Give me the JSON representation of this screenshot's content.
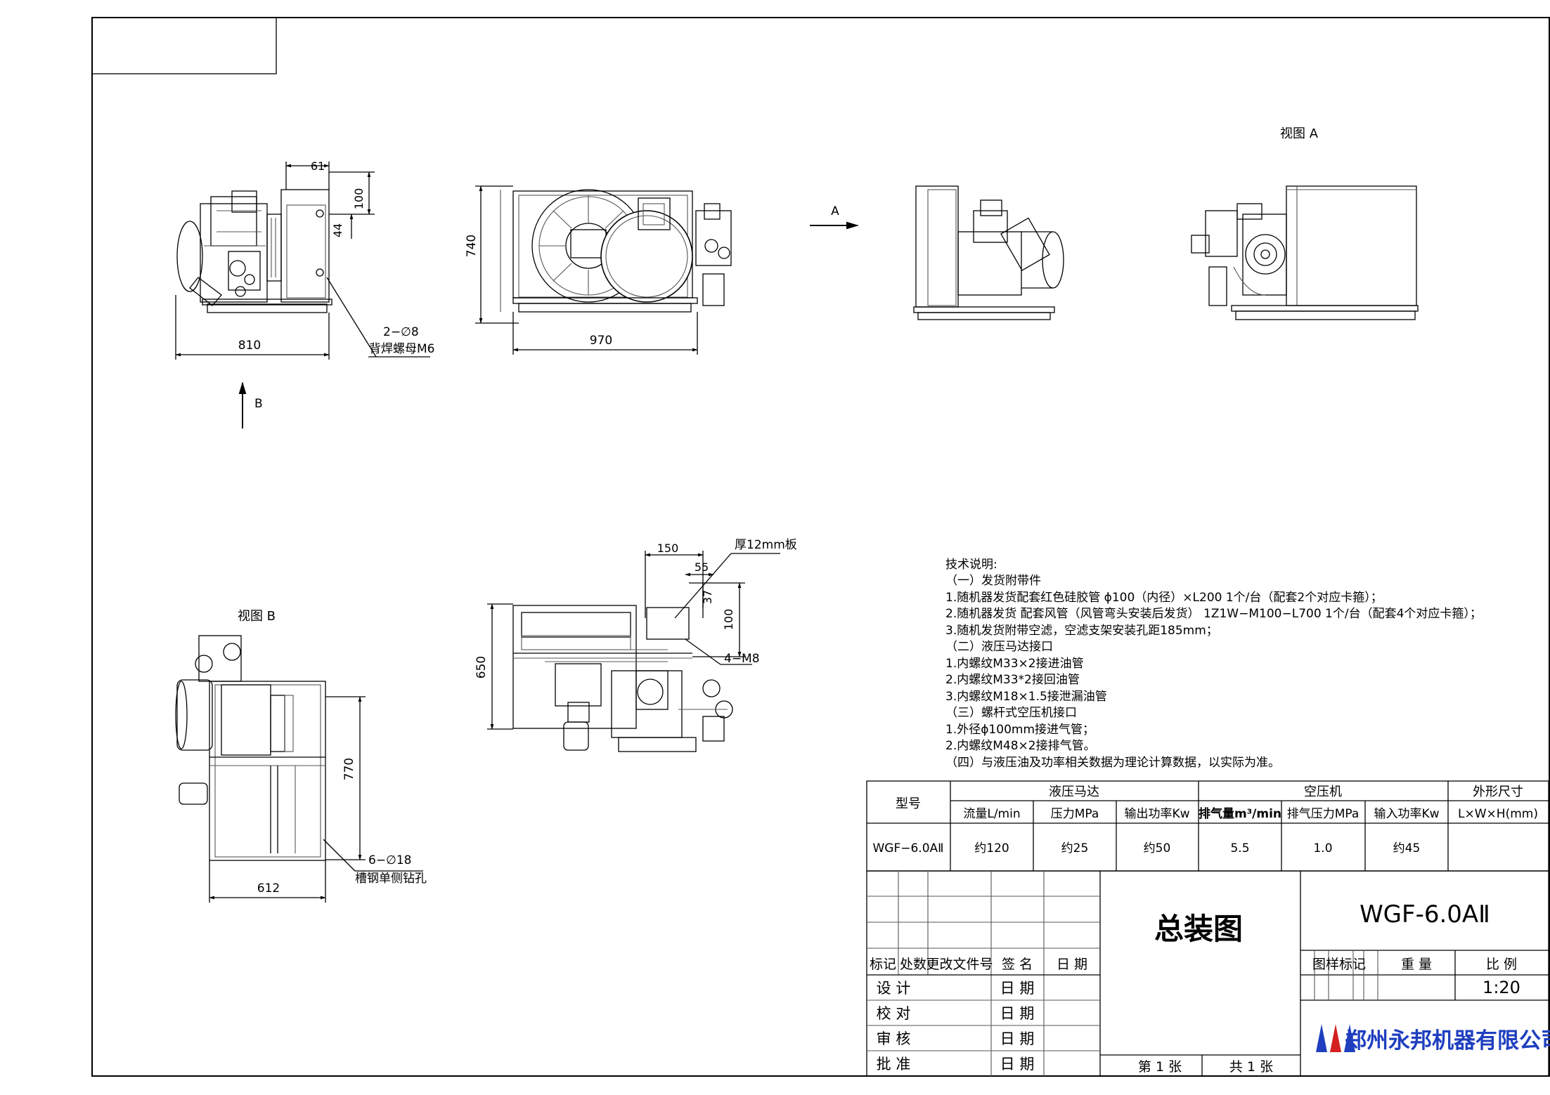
{
  "views": {
    "view_a_title": "视图 A",
    "view_b_title": "视图 B",
    "arrow_a": "A",
    "arrow_b": "B"
  },
  "dimensions": {
    "side_61": "61",
    "side_100": "100",
    "side_44": "44",
    "side_810": "810",
    "side_note_1": "2−∅8",
    "side_note_2": "背焊螺母M6",
    "front_740": "740",
    "front_970": "970",
    "bottom_150": "150",
    "bottom_55": "55",
    "bottom_37": "37",
    "bottom_100": "100",
    "bottom_650": "650",
    "bottom_plate": "厚12mm板",
    "bottom_m8": "4−M8",
    "viewb_770": "770",
    "viewb_612": "612",
    "viewb_note_1": "6−∅18",
    "viewb_note_2": "槽钢单侧钻孔"
  },
  "tech_notes": [
    "技术说明:",
    "（一）发货附带件",
    "1.随机器发货配套红色硅胶管    ϕ100（内径）×L200   1个/台（配套2个对应卡箍）；",
    "2.随机器发货  配套风管（风管弯头安装后发货） 1Z1W−M100−L700   1个/台（配套4个对应卡箍）；",
    "3.随机发货附带空滤，空滤支架安装孔距185mm；",
    "（二）液压马达接口",
    "1.内螺纹M33×2接进油管",
    "2.内螺纹M33*2接回油管",
    "3.内螺纹M18×1.5接泄漏油管",
    "（三）螺杆式空压机接口",
    "1.外径ϕ100mm接进气管；",
    "2.内螺纹M48×2接排气管。",
    "（四）与液压油及功率相关数据为理论计算数据，以实际为准。"
  ],
  "spec_table": {
    "model_header": "型号",
    "motor_group": "液压马达",
    "compressor_group": "空压机",
    "dims_group": "外形尺寸",
    "sub_headers": [
      "流量L/min",
      "压力MPa",
      "输出功率Kw",
      "排气量m³/min",
      "排气压力MPa",
      "输入功率Kw",
      "L×W×H(mm)"
    ],
    "row": {
      "model": "WGF−6.0AⅡ",
      "flow": "约120",
      "pressure": "约25",
      "output_power": "约50",
      "displacement": "5.5",
      "exhaust_pressure": "1.0",
      "input_power": "约45",
      "dims": ""
    }
  },
  "title_block": {
    "drawing_title": "总装图",
    "drawing_number": "WGF-6.0AⅡ",
    "rev_headers": [
      "标记",
      "处数",
      "更改文件号",
      "签  名",
      "日  期"
    ],
    "roles": [
      "设  计",
      "校  对",
      "审  核",
      "批  准"
    ],
    "date_label": "日  期",
    "sample_mark": "图样标记",
    "weight": "重  量",
    "scale_label": "比  例",
    "scale_value": "1:20",
    "sheet_no": "第  1  张",
    "sheet_total": "共  1  张",
    "company": "郑州永邦机器有限公司"
  },
  "colors": {
    "logo_blue": "#1f3fbf",
    "logo_red": "#d42020"
  }
}
